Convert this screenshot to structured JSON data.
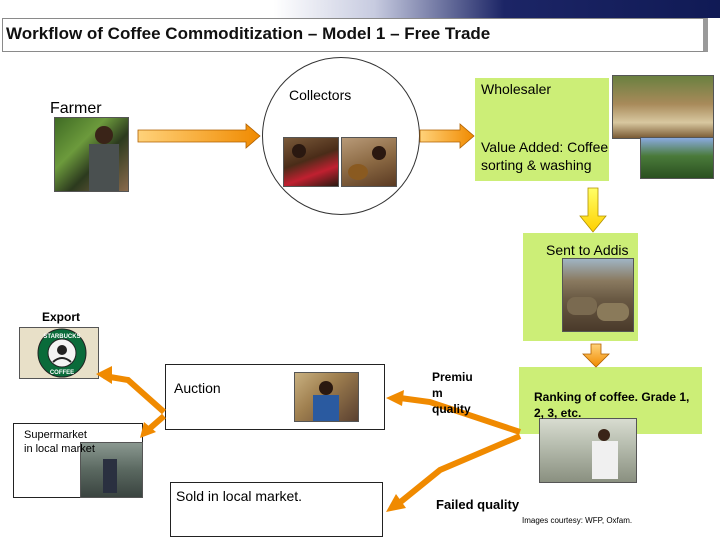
{
  "slide": {
    "title": "Workflow of Coffee Commoditization – Model 1 – Free Trade"
  },
  "farmer": {
    "label": "Farmer"
  },
  "collectors": {
    "label": "Collectors"
  },
  "wholesaler": {
    "label": "Wholesaler",
    "value_added": "Value Added: Coffee sorting & washing"
  },
  "addis": {
    "label": "Sent to Addis"
  },
  "ranking": {
    "label": "Ranking of coffee. Grade 1, 2, 3, etc."
  },
  "premium": {
    "line1": "Premiu",
    "line2": "m",
    "line3": "quality"
  },
  "failed": {
    "label": "Failed quality"
  },
  "auction": {
    "label": "Auction"
  },
  "local_market": {
    "label": "Sold in local market."
  },
  "export": {
    "label": "Export"
  },
  "supermarket": {
    "line1": "Supermarket",
    "line2": "in local market"
  },
  "logo": {
    "top": "STARBUCKS",
    "bottom": "COFFEE"
  },
  "credits": {
    "label": "Images courtesy: WFP, Oxfam."
  },
  "colors": {
    "green_box": "#ccee77",
    "arrow_orange": "#f5a000",
    "arrow_yellow": "#ffee00",
    "starbucks_green": "#0a6b3a"
  }
}
